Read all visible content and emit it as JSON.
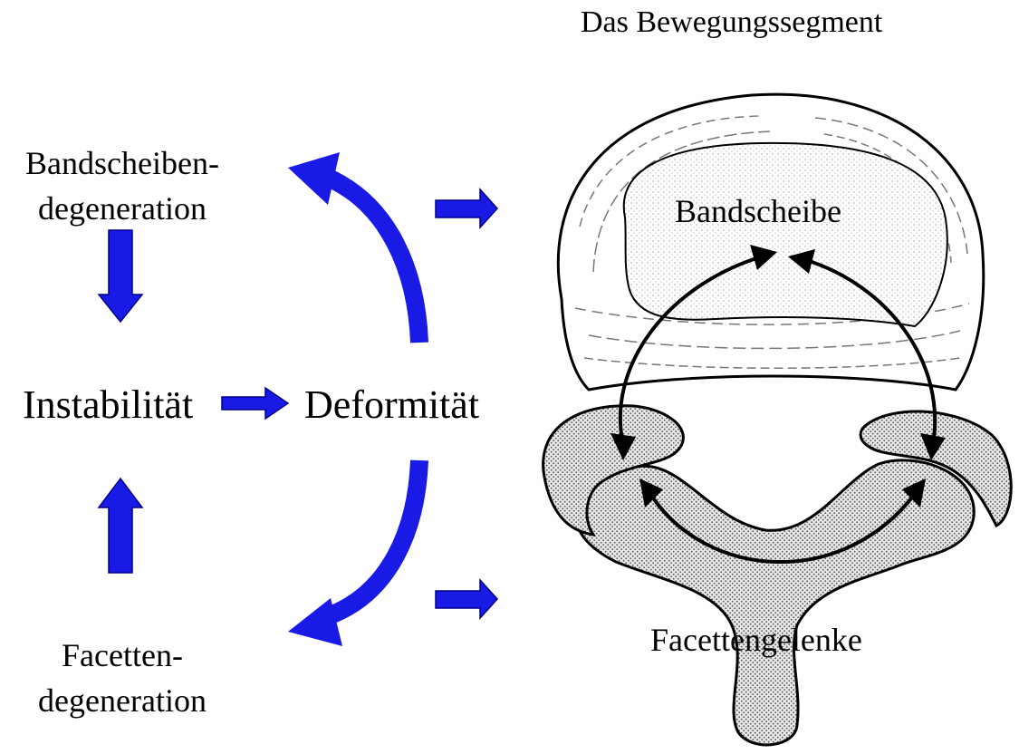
{
  "diagram": {
    "title": "Das Bewegungssegment",
    "labels": {
      "disc_degeneration_line1": "Bandscheiben-",
      "disc_degeneration_line2": "degeneration",
      "instability": "Instabilität",
      "deformity": "Deformität",
      "facet_degeneration_line1": "Facetten-",
      "facet_degeneration_line2": "degeneration",
      "disc": "Bandscheibe",
      "facet_joints": "Facettengelenke"
    },
    "colors": {
      "arrow_fill": "#1a1ae6",
      "arrow_outline": "#00008b",
      "outline": "#000000",
      "stipple_dark": "#555555",
      "stipple_light": "#777777"
    }
  }
}
